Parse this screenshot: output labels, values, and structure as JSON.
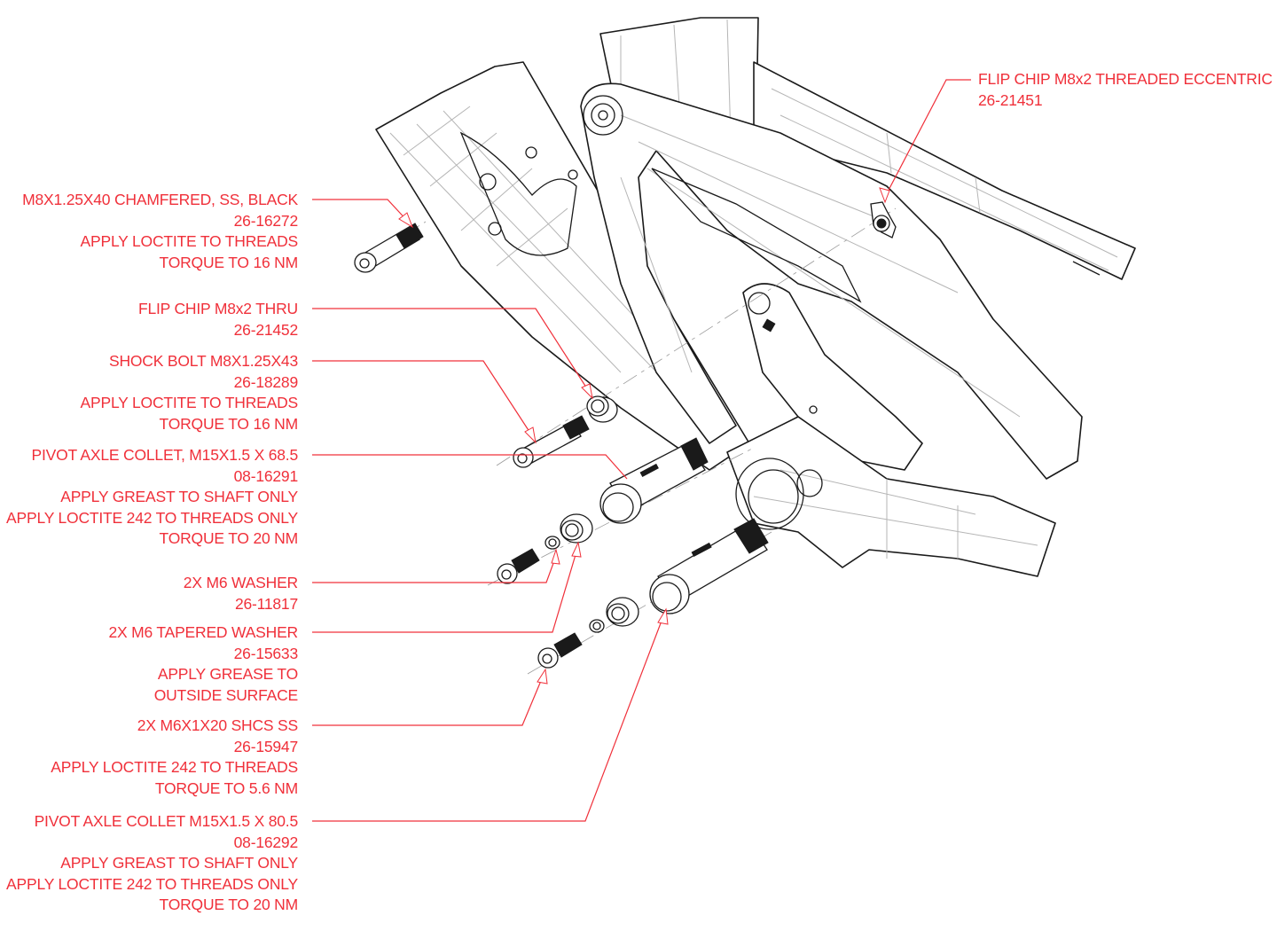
{
  "diagram": {
    "title": "Frame pivot and shock hardware exploded view",
    "accent_color": "#f0303a",
    "line_color": "#1a1a1a"
  },
  "callouts": [
    {
      "id": "flip-chip-threaded",
      "lines": [
        "FLIP CHIP M8x2 THREADED ECCENTRIC",
        "26-21451"
      ]
    },
    {
      "id": "m8-chamfered-bolt",
      "lines": [
        "M8X1.25X40 CHAMFERED, SS, BLACK",
        "26-16272",
        "APPLY LOCTITE TO THREADS",
        "TORQUE TO 16 NM"
      ]
    },
    {
      "id": "flip-chip-thru",
      "lines": [
        "FLIP CHIP M8x2 THRU",
        "26-21452"
      ]
    },
    {
      "id": "shock-bolt",
      "lines": [
        "SHOCK BOLT M8X1.25X43",
        "26-18289",
        "APPLY LOCTITE TO THREADS",
        "TORQUE TO 16 NM"
      ]
    },
    {
      "id": "pivot-axle-collet-68",
      "lines": [
        "PIVOT AXLE COLLET, M15X1.5 X 68.5",
        "08-16291",
        "APPLY GREAST TO SHAFT ONLY",
        "APPLY LOCTITE 242 TO THREADS ONLY",
        "TORQUE TO 20 NM"
      ]
    },
    {
      "id": "m6-washer",
      "lines": [
        "2X M6 WASHER",
        "26-11817"
      ]
    },
    {
      "id": "m6-tapered-washer",
      "lines": [
        "2X M6 TAPERED WASHER",
        "26-15633",
        "APPLY GREASE TO",
        "OUTSIDE SURFACE"
      ]
    },
    {
      "id": "m6-shcs",
      "lines": [
        "2X M6X1X20 SHCS SS",
        "26-15947",
        "APPLY LOCTITE 242 TO THREADS",
        "TORQUE TO 5.6 NM"
      ]
    },
    {
      "id": "pivot-axle-collet-80",
      "lines": [
        "PIVOT AXLE COLLET M15X1.5 X 80.5",
        "08-16292",
        "APPLY GREAST TO SHAFT ONLY",
        "APPLY LOCTITE 242 TO THREADS ONLY",
        "TORQUE TO 20 NM"
      ]
    }
  ]
}
